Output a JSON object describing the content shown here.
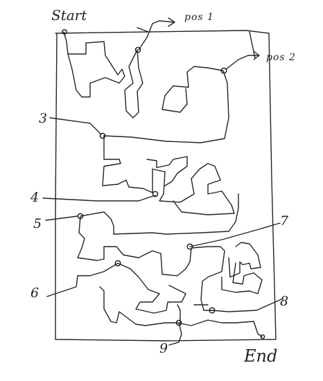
{
  "labels": {
    "start": "Start",
    "end": "End",
    "pos1": "pos 1",
    "pos2": "pos 2",
    "n3": "3",
    "n4": "4",
    "n5": "5",
    "n6": "6",
    "n7": "7",
    "n8": "8",
    "n9": "9"
  },
  "ink_color": "#222222"
}
